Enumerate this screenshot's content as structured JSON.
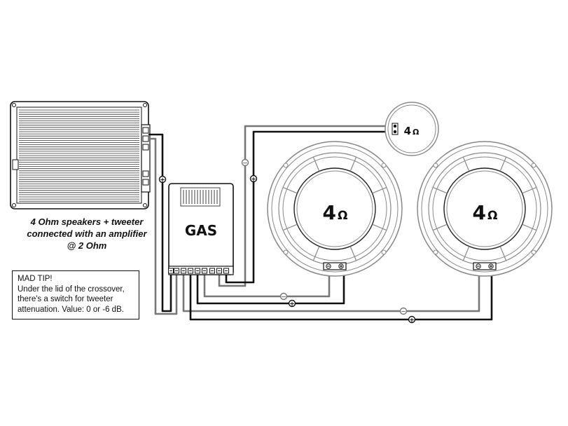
{
  "caption": {
    "line1": "4 Ohm speakers + tweeter",
    "line2": "connected with an amplifier",
    "line3": "@ 2 Ohm"
  },
  "tip": {
    "title": "MAD TIP!",
    "line1": "Under the lid of the crossover,",
    "line2": "there's a switch for tweeter",
    "line3": "attenuation. Value: 0 or -6 dB."
  },
  "crossover": {
    "brand": "GAS"
  },
  "tweeter": {
    "impedance_value": "4",
    "impedance_unit": "Ω"
  },
  "woofer_left": {
    "impedance_value": "4",
    "impedance_unit": "Ω"
  },
  "woofer_right": {
    "impedance_value": "4",
    "impedance_unit": "Ω"
  },
  "polarity": {
    "plus": "+",
    "minus": "−"
  },
  "colors": {
    "line": "#111111",
    "wire_gray": "#777777",
    "speaker_gray": "#888888"
  },
  "icons": [
    "amplifier-icon",
    "crossover-icon",
    "tweeter-icon",
    "woofer-icon"
  ]
}
